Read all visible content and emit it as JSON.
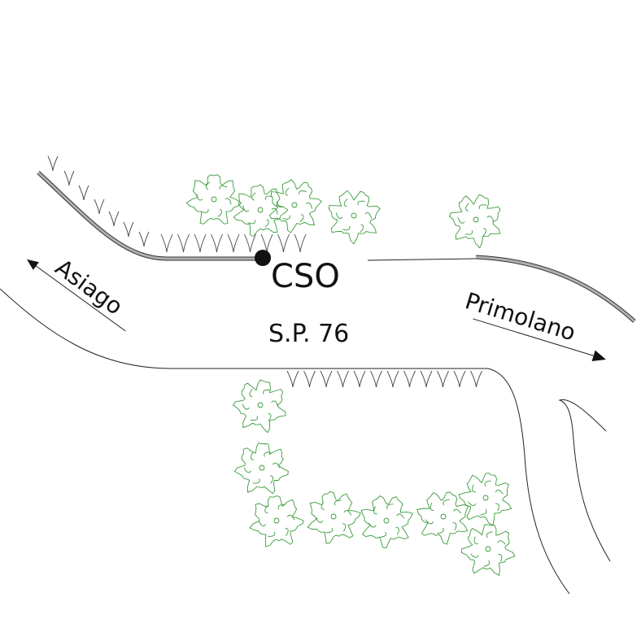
{
  "labels": {
    "station": "CSO",
    "road": "S.P. 76",
    "west_destination": "Asiago",
    "east_destination": "Primolano"
  },
  "colors": {
    "tree": "#3a9a3a",
    "guardrail": "#b0b0b0",
    "line": "#222222"
  }
}
